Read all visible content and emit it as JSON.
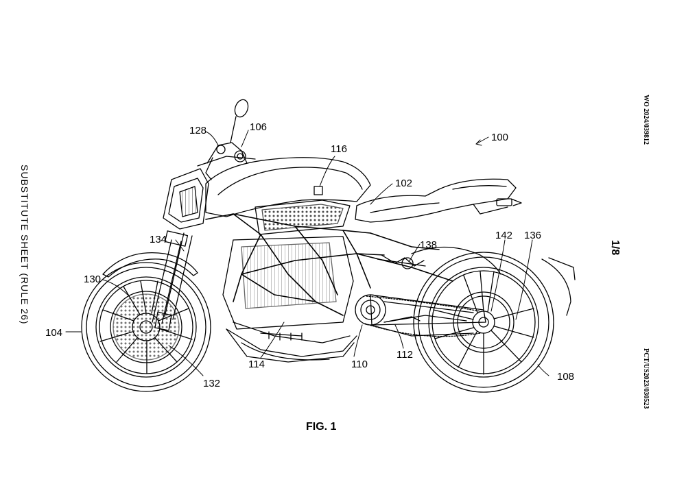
{
  "side_left": "SUBSTITUTE SHEET (RULE 26)",
  "pub_number": "WO 2024/039812",
  "app_number": "PCT/US2023/030523",
  "sheet": "1/8",
  "figure_label": "FIG. 1",
  "refs": {
    "r100": "100",
    "r102": "102",
    "r104": "104",
    "r106": "106",
    "r108": "108",
    "r110": "110",
    "r112": "112",
    "r114": "114",
    "r116": "116",
    "r128": "128",
    "r130": "130",
    "r132": "132",
    "r134": "134",
    "r136": "136",
    "r138": "138",
    "r142": "142"
  }
}
